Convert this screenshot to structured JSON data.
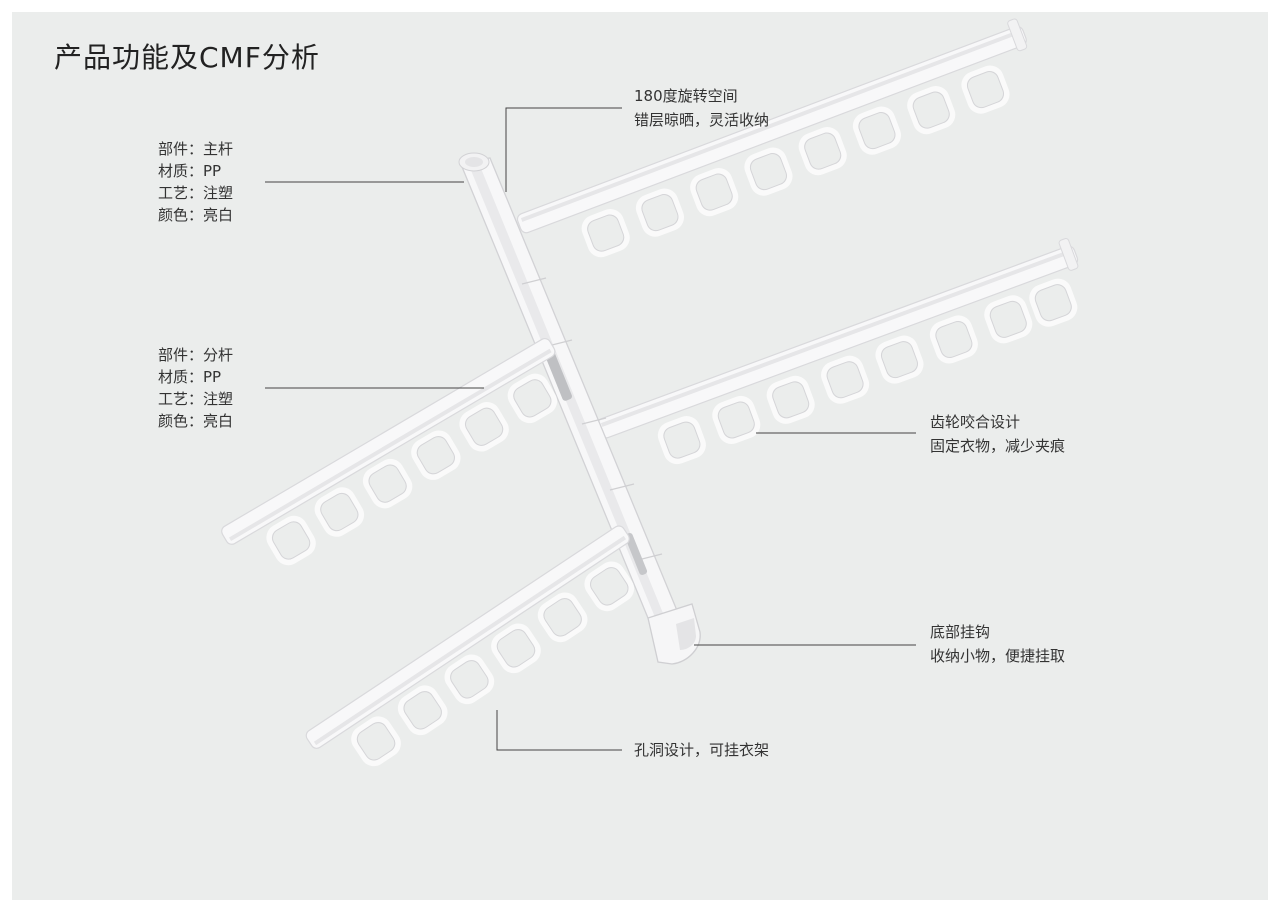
{
  "title": "产品功能及CMF分析",
  "specs": [
    {
      "part": "部件：主杆",
      "material": "材质：PP",
      "process": "工艺：注塑",
      "color": "颜色：亮白"
    },
    {
      "part": "部件：分杆",
      "material": "材质：PP",
      "process": "工艺：注塑",
      "color": "颜色：亮白"
    }
  ],
  "callouts": {
    "rotation": {
      "line1": "180度旋转空间",
      "line2": "错层晾晒，灵活收纳"
    },
    "gear": {
      "line1": "齿轮咬合设计",
      "line2": "固定衣物，减少夹痕"
    },
    "hook": {
      "line1": "底部挂钩",
      "line2": "收纳小物，便捷挂取"
    },
    "holes": {
      "line1": "孔洞设计，可挂衣架"
    }
  },
  "colors": {
    "background": "#ebedec",
    "product": "#f7f7f8",
    "product_shadow": "#d3d3d5",
    "leader_line": "#444444"
  }
}
